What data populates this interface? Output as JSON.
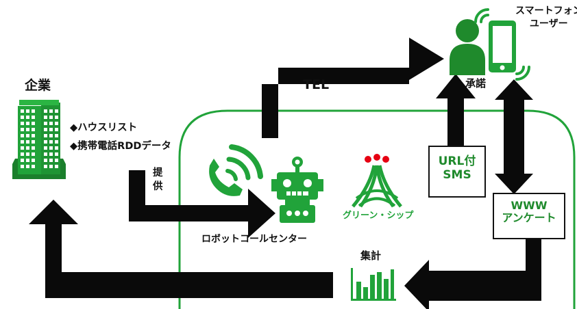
{
  "colors": {
    "arrow": "#0a0a0a",
    "green": "#21a33a",
    "green_dark": "#1b7f2c",
    "green_light": "#3cc454",
    "red": "#e60012"
  },
  "company": {
    "title": "企業",
    "bullets": [
      "◆ハウスリスト",
      "◆携帯電話RDDデータ"
    ],
    "icon": "office-building-icon"
  },
  "flows": {
    "provide": "提\n供",
    "tel": "TEL",
    "consent": "承諾",
    "tally": "集計"
  },
  "center": {
    "label": "ロボットコールセンター",
    "icons": [
      "phone-ringing-icon",
      "robot-icon"
    ]
  },
  "brand": {
    "name": "グリーン・シップ"
  },
  "user": {
    "label": "スマートフォン\nユーザー",
    "icons": [
      "person-icon",
      "smartphone-icon"
    ]
  },
  "boxes": {
    "url_sms": [
      "URL付",
      "SMS"
    ],
    "www_survey": [
      "WWW",
      "アンケート"
    ]
  },
  "chart_icon": "bar-chart-icon"
}
